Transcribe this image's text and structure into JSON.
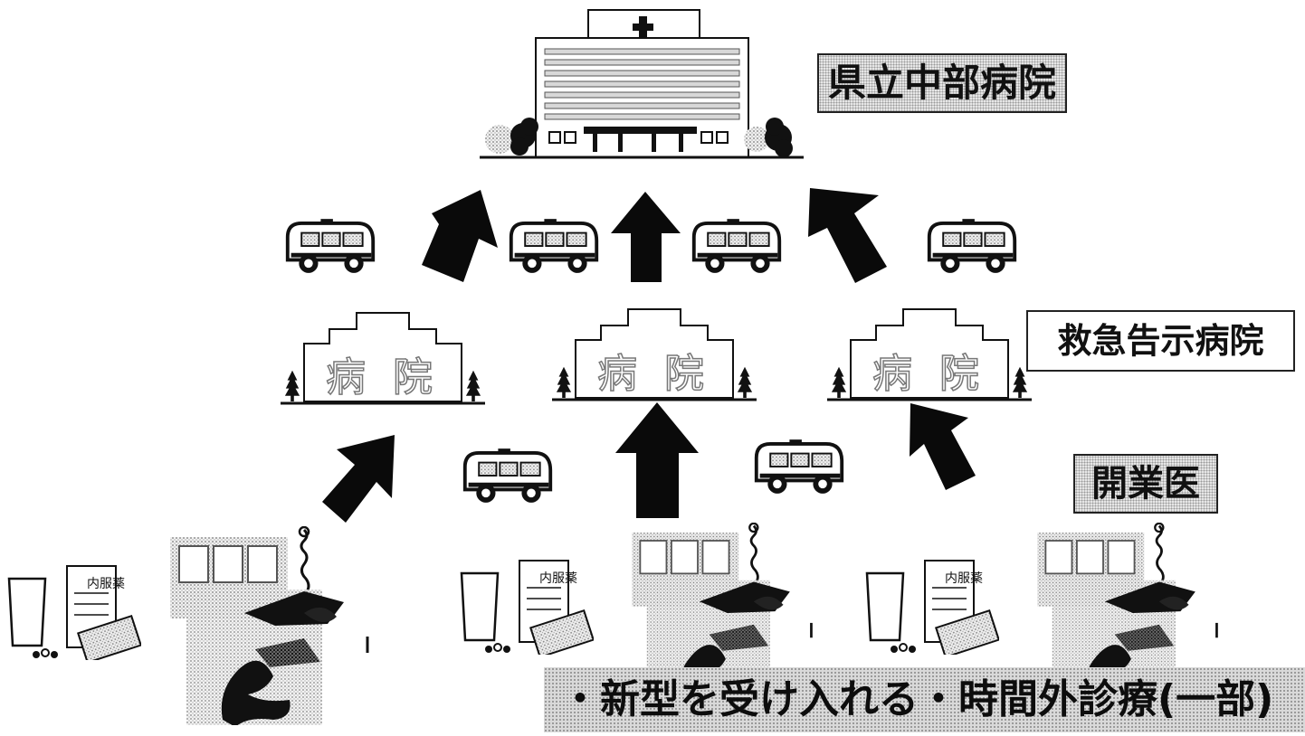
{
  "tiers": {
    "top": {
      "label": "県立中部病院"
    },
    "middle": {
      "label": "救急告示病院",
      "building_text": "病 院"
    },
    "bottom": {
      "label": "開業医",
      "medicine_text": "内服薬"
    }
  },
  "caption": {
    "text": "・新型を受け入れる・時間外診療(一部)"
  },
  "icons": [
    "hospital-building-icon",
    "ambulance-icon",
    "up-arrow-icon",
    "clinic-building-icon",
    "medicine-icon",
    "patient-icon"
  ],
  "colors": {
    "arrow": "#0a0a0a",
    "caption_bg": "#d9d9d9",
    "label_border": "#222222"
  }
}
